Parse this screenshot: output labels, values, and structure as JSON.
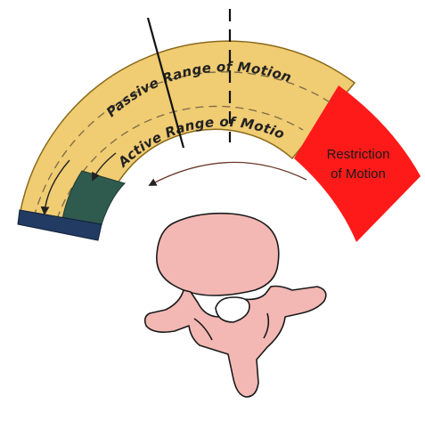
{
  "diagram": {
    "passive_label": "Passive Range of Motion",
    "active_label": "Active Range of Motio",
    "restriction_line1": "Restriction",
    "restriction_line2": "of Motion",
    "colors": {
      "band": "#f0cc72",
      "band_outline": "#8a6a1a",
      "restriction": "#ff1a1a",
      "active_block": "#2f5a4e",
      "passive_block": "#213b63",
      "vertebra_fill": "#f3b8b4",
      "vertebra_outline": "#1a1a1a"
    },
    "icons": [
      "motion-arrow-icon",
      "vertebra-icon"
    ]
  }
}
